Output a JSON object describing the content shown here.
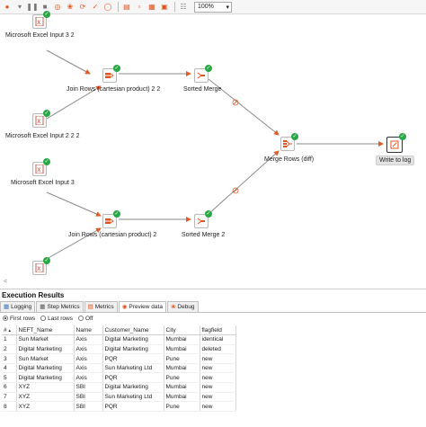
{
  "toolbar": {
    "zoom": "100%"
  },
  "nodes": {
    "excel_input_3_2": "Microsoft Excel Input 3 2",
    "excel_input_2_2_2": "Microsoft Excel Input 2 2 2",
    "excel_input_3": "Microsoft Excel Input 3",
    "join_rows_2_2": "Join Rows (cartesian product) 2 2",
    "join_rows_2": "Join Rows (cartesian product) 2",
    "sorted_merge": "Sorted Merge",
    "sorted_merge_2": "Sorted Merge 2",
    "merge_rows_diff": "Merge Rows (diff)",
    "write_to_log": "Write to log"
  },
  "results": {
    "title": "Execution Results",
    "tabs": [
      "Logging",
      "Step Metrics",
      "Metrics",
      "Preview data",
      "Debug"
    ],
    "radios": [
      "First rows",
      "Last rows",
      "Off"
    ],
    "columns": [
      "#",
      "NEFT_Name",
      "Name",
      "Customer_Name",
      "City",
      "flagfield"
    ],
    "rows": [
      [
        "1",
        "Sun Market",
        "Axis",
        "Digital Marketing",
        "Mumbai",
        "identical"
      ],
      [
        "2",
        "Digital Marketing",
        "Axis",
        "Digital Marketing",
        "Mumbai",
        "deleted"
      ],
      [
        "3",
        "Sun Market",
        "Axis",
        "PQR",
        "Pune",
        "new"
      ],
      [
        "4",
        "Digital Marketing",
        "Axis",
        "Sun Marketing Ltd",
        "Mumbai",
        "new"
      ],
      [
        "5",
        "Digital Marketing",
        "Axis",
        "PQR",
        "Pune",
        "new"
      ],
      [
        "6",
        "XYZ",
        "SBI",
        "Digital Marketing",
        "Mumbai",
        "new"
      ],
      [
        "7",
        "XYZ",
        "SBI",
        "Sun Marketing Ltd",
        "Mumbai",
        "new"
      ],
      [
        "8",
        "XYZ",
        "SBI",
        "PQR",
        "Pune",
        "new"
      ]
    ]
  },
  "colors": {
    "accent": "#e0541f",
    "ok": "#27a844",
    "link": "#888888",
    "arrow": "#e05a2a"
  }
}
